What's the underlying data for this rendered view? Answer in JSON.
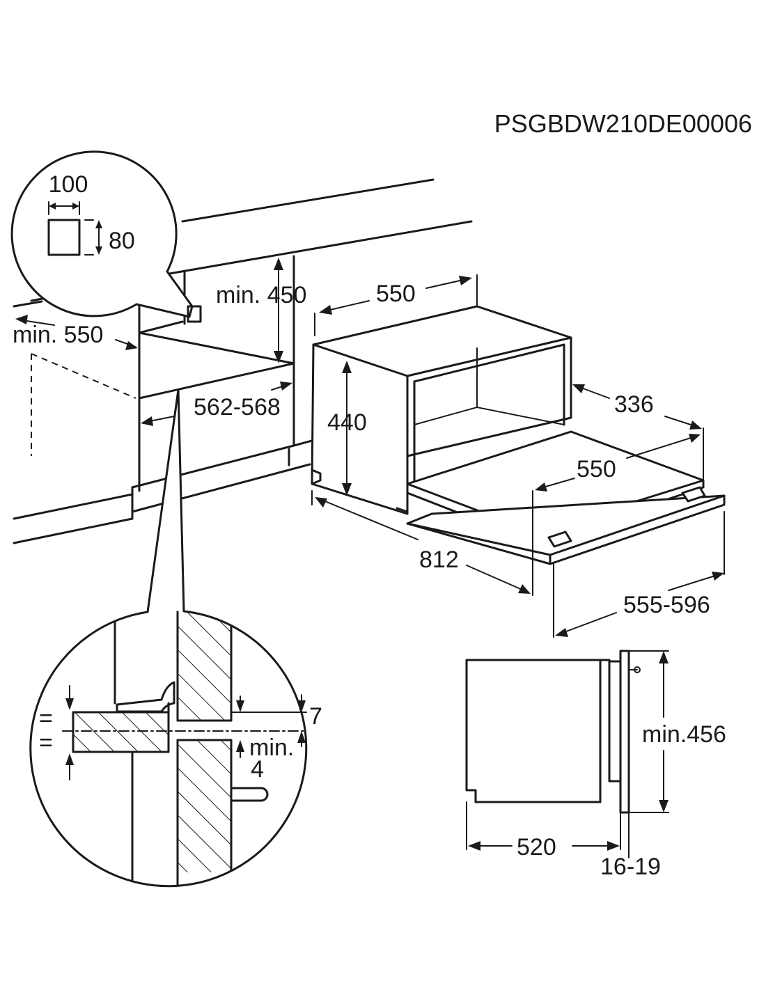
{
  "code": "PSGBDW210DE00006",
  "dimensions": {
    "vent_width": "100",
    "vent_height": "80",
    "min_cavity_height": "min. 450",
    "min_depth": "min. 550",
    "cavity_width": "562-568",
    "top_width": "550",
    "height": "440",
    "door_depth": "336",
    "inner_width": "550",
    "open_depth": "812",
    "front_width": "555-596",
    "gap_top": "7",
    "gap_min": "min.",
    "gap_min_value": "4",
    "equal_1": "=",
    "equal_2": "=",
    "min_front_height": "min.456",
    "body_depth": "520",
    "front_thickness": "16-19"
  }
}
